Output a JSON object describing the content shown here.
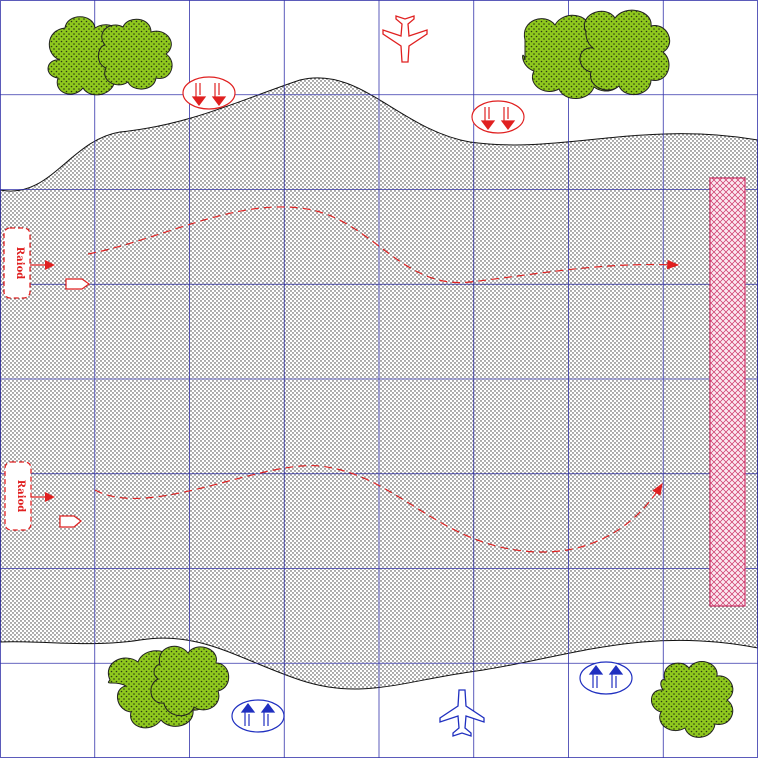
{
  "map": {
    "grid": {
      "columns": 8,
      "rows": 8,
      "line_color": "#3333aa"
    },
    "colors": {
      "water_fill": "#ffffff",
      "water_dots": "#333333",
      "tree_fill": "#8fc81e",
      "tree_outline": "#222222",
      "red_side": "#e02020",
      "blue_side": "#2030c0",
      "objective_hatch": "#cc3366"
    }
  },
  "red_units": {
    "raid_labels": [
      "Raiod",
      "Raiod"
    ],
    "aircraft_icon": "airplane-icon",
    "infantry_icon": "infantry-arrows-down-icon",
    "boat_icon": "boat-icon"
  },
  "blue_units": {
    "aircraft_icon": "airplane-icon",
    "infantry_icon": "infantry-arrows-up-icon"
  },
  "terrain": {
    "trees_icon": "tree-cluster-icon",
    "river_label": "",
    "objective_icon": "hatched-objective-zone"
  }
}
